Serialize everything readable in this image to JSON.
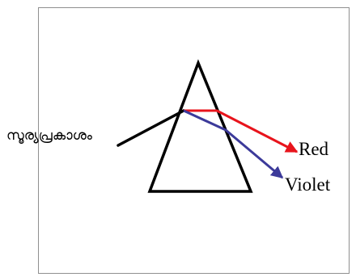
{
  "diagram": {
    "labels": {
      "sunlight": "സൂര്യപ്രകാശം",
      "red": "Red",
      "violet": "Violet"
    },
    "colors": {
      "background": "#ffffff",
      "frame": "#8f8f8f",
      "prism": "#000000",
      "incident_ray": "#000000",
      "red_ray": "#e8141c",
      "violet_ray": "#3c3a9a"
    }
  }
}
